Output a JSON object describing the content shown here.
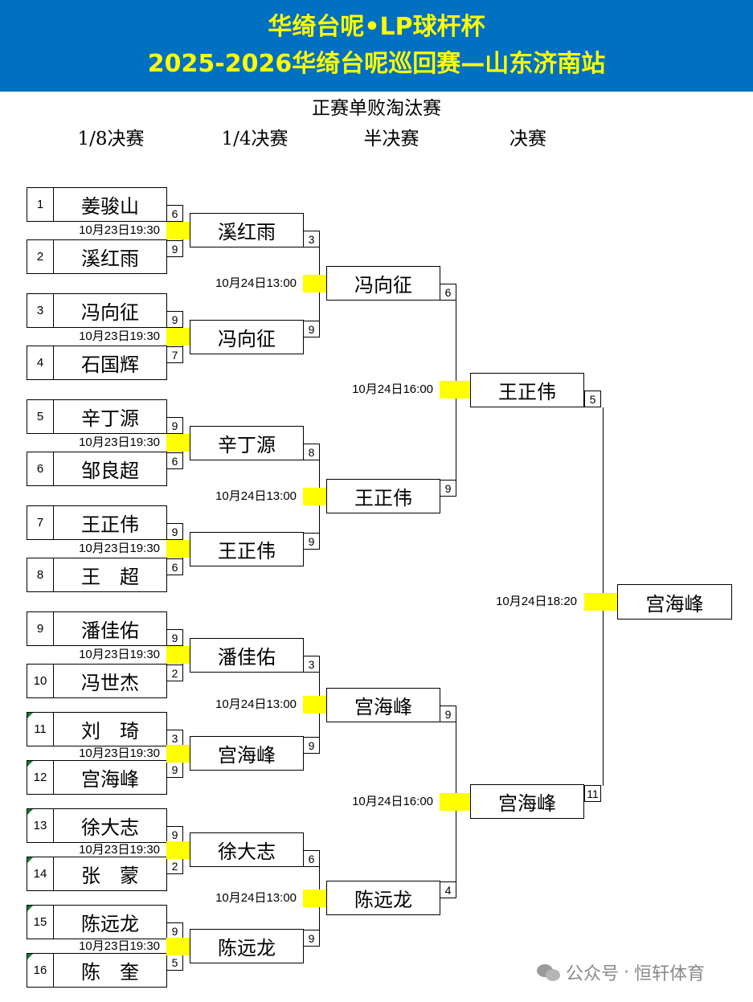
{
  "header": {
    "title_line1": "华绮台呢•LP球杆杯",
    "title_line2": "2025-2026华绮台呢巡回赛—山东济南站"
  },
  "subtitle": "正赛单败淘汰赛",
  "rounds": [
    "1/8决赛",
    "1/4决赛",
    "半决赛",
    "决赛"
  ],
  "r16": [
    {
      "seed": "1",
      "name": "姜骏山",
      "score": "6"
    },
    {
      "seed": "2",
      "name": "溪红雨",
      "score": "9"
    },
    {
      "seed": "3",
      "name": "冯向征",
      "score": "9"
    },
    {
      "seed": "4",
      "name": "石国辉",
      "score": "7"
    },
    {
      "seed": "5",
      "name": "辛丁源",
      "score": "9"
    },
    {
      "seed": "6",
      "name": "邹良超",
      "score": "6"
    },
    {
      "seed": "7",
      "name": "王正伟",
      "score": "9"
    },
    {
      "seed": "8",
      "name": "王　超",
      "score": "6"
    },
    {
      "seed": "9",
      "name": "潘佳佑",
      "score": "9"
    },
    {
      "seed": "10",
      "name": "冯世杰",
      "score": "2"
    },
    {
      "seed": "11",
      "name": "刘　琦",
      "score": "3"
    },
    {
      "seed": "12",
      "name": "宫海峰",
      "score": "9"
    },
    {
      "seed": "13",
      "name": "徐大志",
      "score": "9"
    },
    {
      "seed": "14",
      "name": "张　蒙",
      "score": "2"
    },
    {
      "seed": "15",
      "name": "陈远龙",
      "score": "9"
    },
    {
      "seed": "16",
      "name": "陈　奎",
      "score": "5"
    }
  ],
  "r16_times": [
    "10月23日19:30",
    "10月23日19:30",
    "10月23日19:30",
    "10月23日19:30",
    "10月23日19:30",
    "10月23日19:30",
    "10月23日19:30",
    "10月23日19:30"
  ],
  "qf": [
    {
      "name": "溪红雨",
      "score": "3"
    },
    {
      "name": "冯向征",
      "score": "9"
    },
    {
      "name": "辛丁源",
      "score": "8"
    },
    {
      "name": "王正伟",
      "score": "9"
    },
    {
      "name": "潘佳佑",
      "score": "3"
    },
    {
      "name": "宫海峰",
      "score": "9"
    },
    {
      "name": "徐大志",
      "score": "6"
    },
    {
      "name": "陈远龙",
      "score": "9"
    }
  ],
  "qf_times": [
    "10月24日13:00",
    "10月24日13:00",
    "10月24日13:00",
    "10月24日13:00"
  ],
  "sf": [
    {
      "name": "冯向征",
      "score": "6"
    },
    {
      "name": "王正伟",
      "score": "9"
    },
    {
      "name": "宫海峰",
      "score": "9"
    },
    {
      "name": "陈远龙",
      "score": "4"
    }
  ],
  "sf_times": [
    "10月24日16:00",
    "10月24日16:00"
  ],
  "final": [
    {
      "name": "王正伟",
      "score": "5"
    },
    {
      "name": "宫海峰",
      "score": "11"
    }
  ],
  "final_time": "10月24日18:20",
  "champion": "宫海峰",
  "watermark": {
    "prefix": "公众号",
    "dot": "·",
    "account": "恒轩体育"
  },
  "colors": {
    "header_bg": "#0070c0",
    "title": "#ffff00",
    "time_marker": "#ffff00",
    "seed_marker": "#1a7a30"
  }
}
